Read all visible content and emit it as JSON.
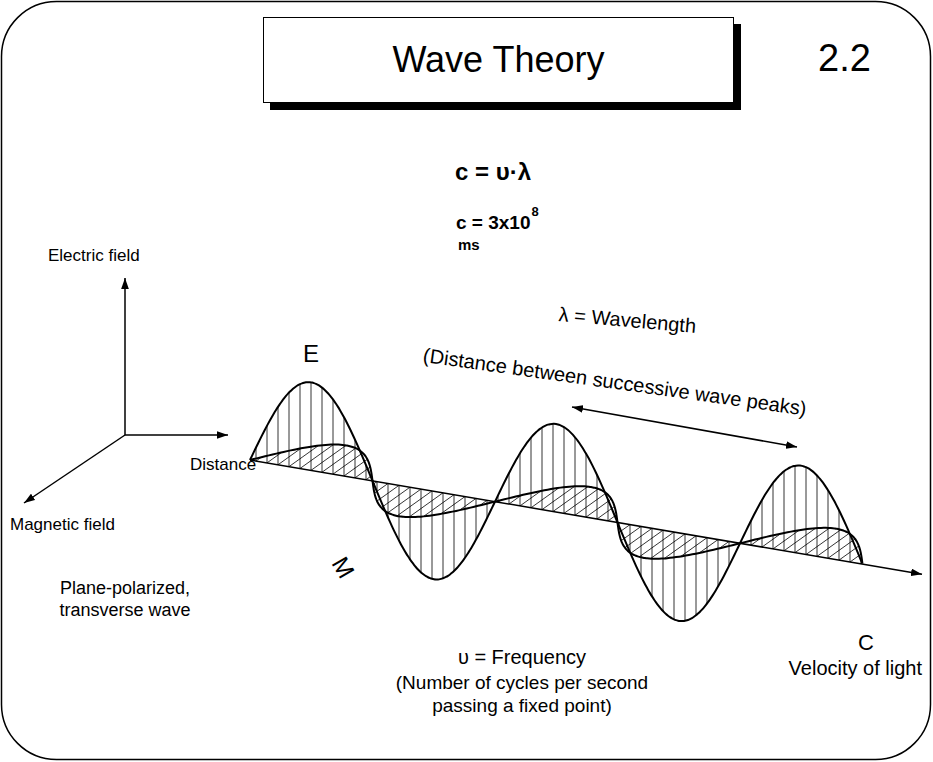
{
  "diagram": {
    "nodes": [
      {
        "text": [
          "Wave Theory"
        ]
      }
    ],
    "labels": [
      "2.2",
      "c = υ·λ",
      "c = 3x10",
      "8",
      "ms",
      "Electric field",
      "Distance",
      "Magnetic field",
      "Plane-polarized, transverse wave",
      "E",
      "M",
      "λ = Wavelength",
      "(Distance between successive wave peaks)",
      "C",
      "Velocity of light",
      "υ = Frequency",
      "(Number of cycles per second passing a fixed point)"
    ]
  }
}
